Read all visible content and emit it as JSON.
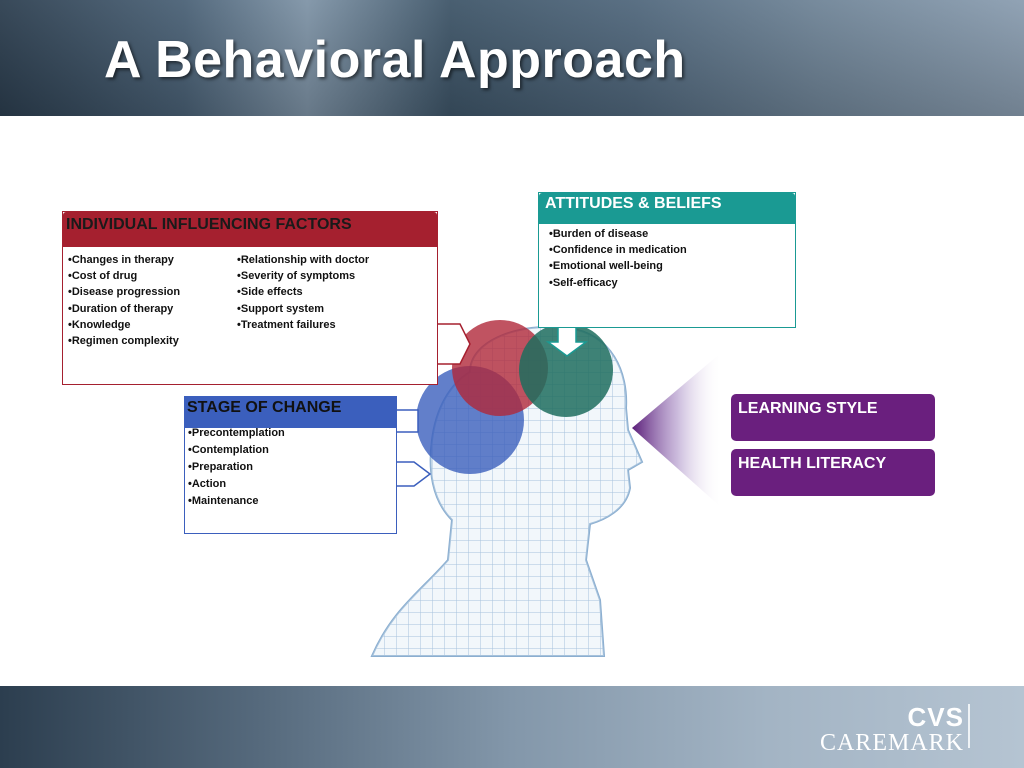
{
  "slide": {
    "title": "A Behavioral Approach"
  },
  "individual": {
    "header": "INDIVIDUAL INFLUENCING FACTORS",
    "col1": [
      "•Changes in therapy",
      "•Cost of drug",
      "•Disease progression",
      "•Duration of therapy",
      "•Knowledge",
      "•Regimen complexity"
    ],
    "col2": [
      "•Relationship with doctor",
      "•Severity of symptoms",
      "•Side effects",
      "•Support system",
      "•Treatment failures"
    ]
  },
  "attitudes": {
    "header": "ATTITUDES & BELIEFS",
    "items": [
      "•Burden of disease",
      "•Confidence in medication",
      "•Emotional well-being",
      "•Self-efficacy"
    ]
  },
  "stage": {
    "header": "STAGE OF CHANGE",
    "items": [
      "•Precontemplation",
      "•Contemplation",
      "•Preparation",
      "•Action",
      "•Maintenance"
    ]
  },
  "right_boxes": {
    "learning": "LEARNING STYLE",
    "literacy": "HEALTH LITERACY"
  },
  "logo": {
    "top": "CVS",
    "bottom": "CAREMARK"
  },
  "colors": {
    "individual": "#a5202f",
    "attitudes": "#1a9a93",
    "stage": "#3b5fbd",
    "purple": "#6a1f7e",
    "head_wire": "#8fb3d4"
  }
}
